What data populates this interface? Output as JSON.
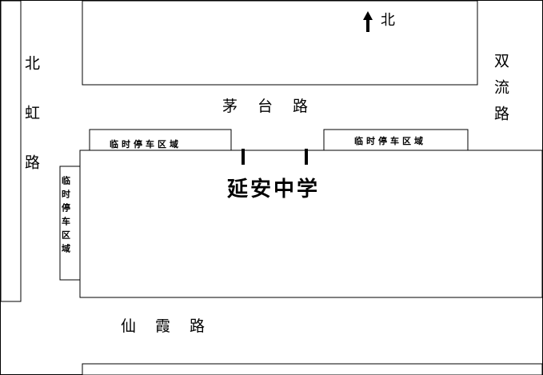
{
  "compass": {
    "label": "北"
  },
  "roads": {
    "north_road": "茅台路",
    "south_road": "仙霞路",
    "west_road": "北虹路",
    "east_road": "双流路"
  },
  "school": {
    "name": "延安中学"
  },
  "parking": {
    "left_top": "临时停车区域",
    "right_top": "临时停车区域",
    "left_side": "临时停车区域"
  }
}
